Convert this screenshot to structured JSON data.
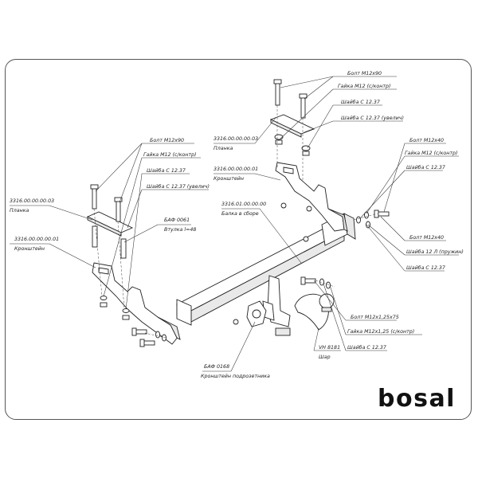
{
  "labels": {
    "top_right_bolt": "Болт  М12х90",
    "top_right_nut": "Гайка М12 (с/контр)",
    "top_right_washer": "Шайба С 12.37",
    "top_right_washer_big": "Шайба С 12.37 (увелич)",
    "left_bolt": "Болт  М12х90",
    "left_nut": "Гайка М12 (с/контр)",
    "left_washer": "Шайба С 12.37",
    "left_washer_big": "Шайба С 12.37 (увелич)",
    "plate_right_code": "3316.00.00.00.03",
    "plate_right_name": "Планка",
    "bracket_right_code": "3316.00.00.00.01",
    "bracket_right_name": "Кронштейн",
    "beam_code": "3316.01.00.00.00",
    "beam_name": "Балка в сборе",
    "plate_left_code": "3316.00.00.00.03",
    "plate_left_name": "Планка",
    "bracket_left_code": "3316.00.00.00.01",
    "bracket_left_name": "Кронштейн",
    "bushing_code": "БАФ 0061",
    "bushing_name": "Втулка l=48",
    "side_bolt": "Болт  М12х40",
    "side_nut": "Гайка М12 (с/контр)",
    "side_washer": "Шайба С 12.37",
    "side2_bolt": "Болт  М12х40",
    "side2_spring": "Шайба 12 Л (пружин)",
    "side2_washer": "Шайба С 12.37",
    "ball_bolt": "Болт  М12х1,25х75",
    "ball_nut": "Гайка М12х1,25 (с/контр)",
    "ball_washer": "Шайба С 12.37",
    "ball_code": "VH 8181",
    "ball_name": "Шар",
    "socket_code": "БАФ 0168",
    "socket_name": "Кронштейн подрозетника"
  },
  "logo_text": "bosal",
  "colors": {
    "line": "#222222",
    "frame": "#555555",
    "background": "#ffffff"
  }
}
